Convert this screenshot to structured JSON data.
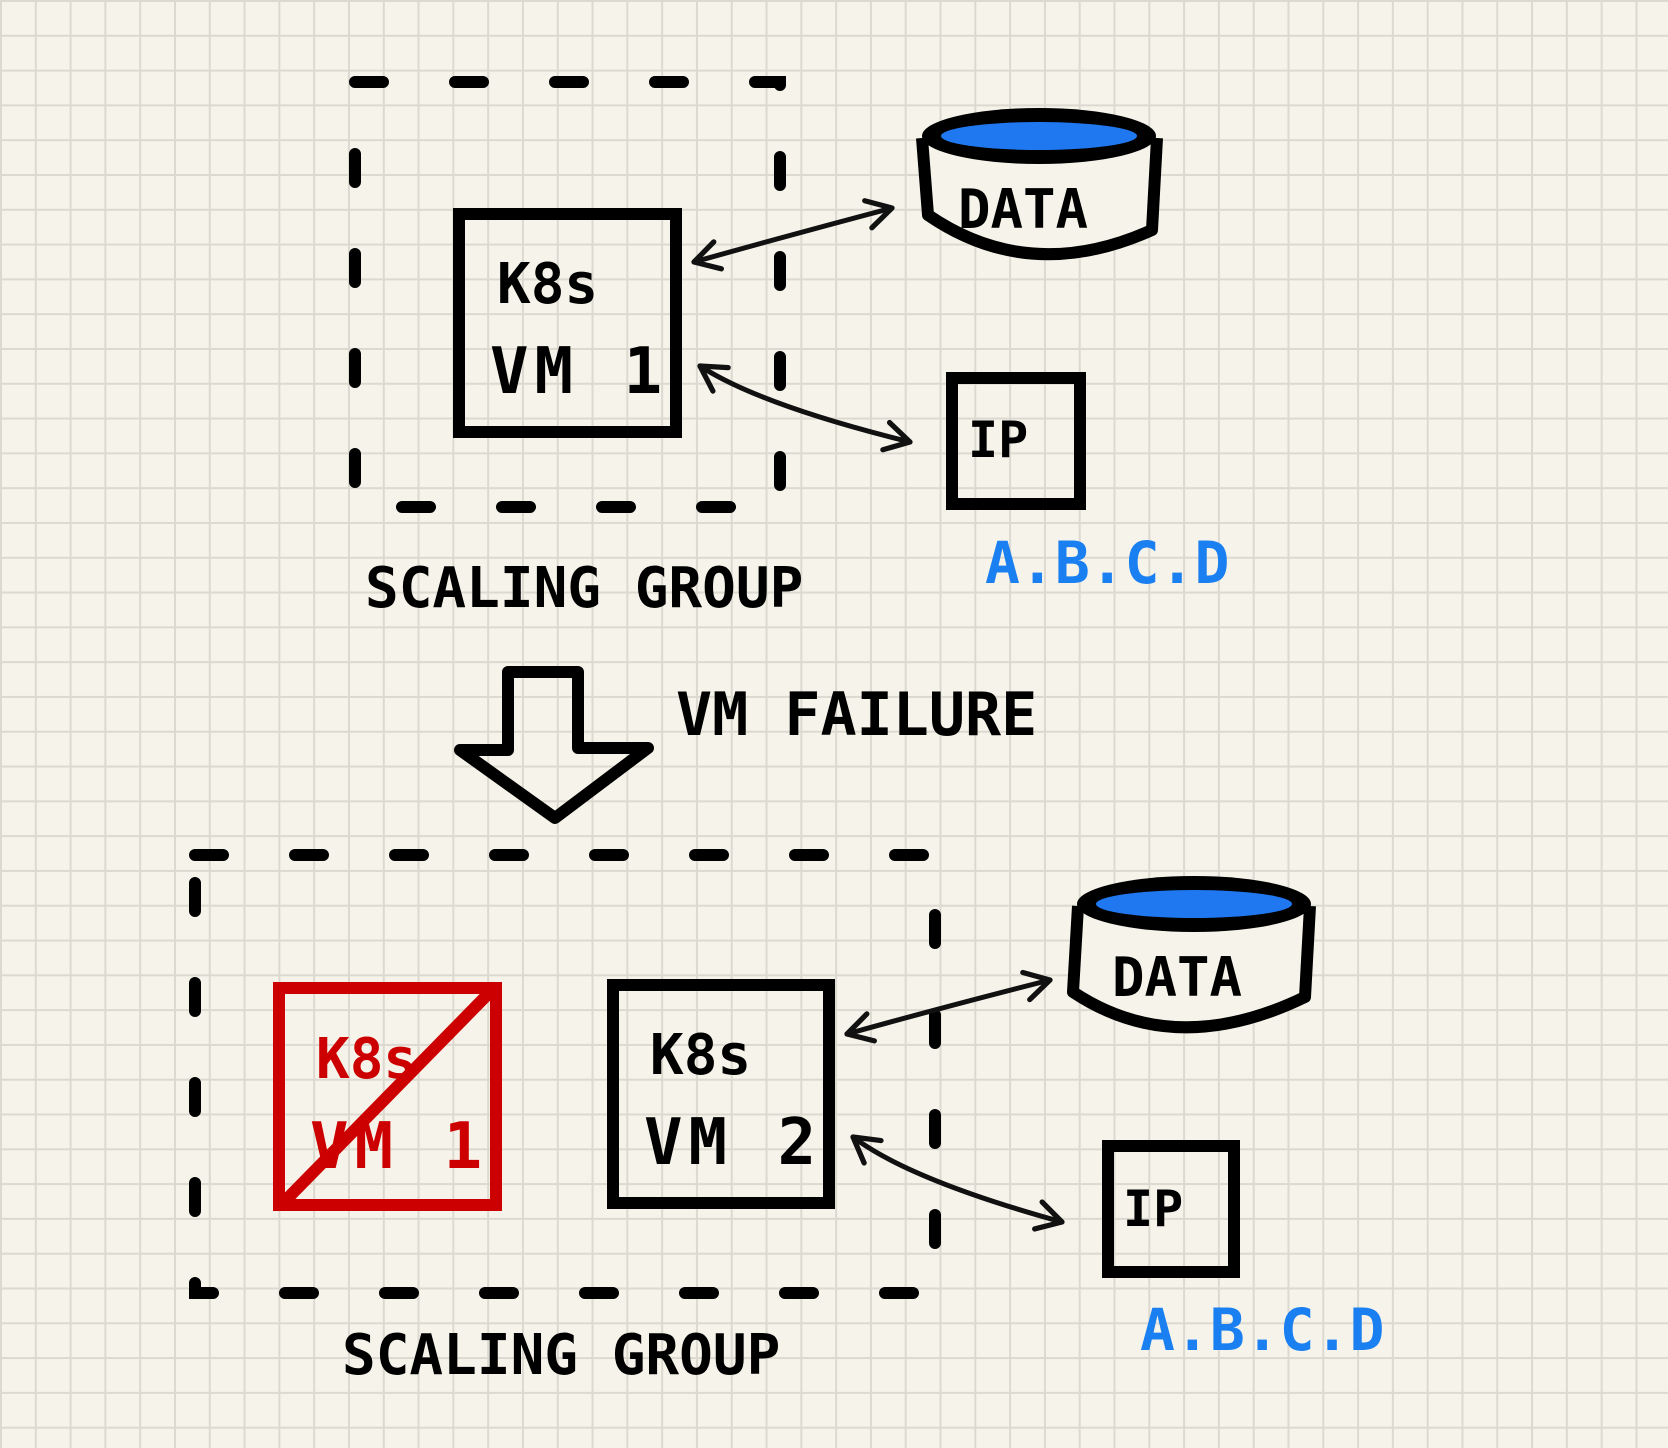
{
  "colors": {
    "background": "#f6f4ea",
    "grid": "#dcdad0",
    "ink": "#000000",
    "failed": "#cc0000",
    "ip_address": "#1a7ff0",
    "disk_top": "#1f78f0"
  },
  "before": {
    "vm": {
      "line1": "K8s",
      "line2": "VM 1"
    },
    "data_label": "DATA",
    "ip_label": "IP",
    "ip_address": "A.B.C.D",
    "group_label": "SCALING GROUP"
  },
  "transition": {
    "label": "VM FAILURE",
    "icon": "down-arrow-icon"
  },
  "after": {
    "failed_vm": {
      "line1": "K8s",
      "line2": "VM 1"
    },
    "vm": {
      "line1": "K8s",
      "line2": "VM 2"
    },
    "data_label": "DATA",
    "ip_label": "IP",
    "ip_address": "A.B.C.D",
    "group_label": "SCALING GROUP"
  }
}
